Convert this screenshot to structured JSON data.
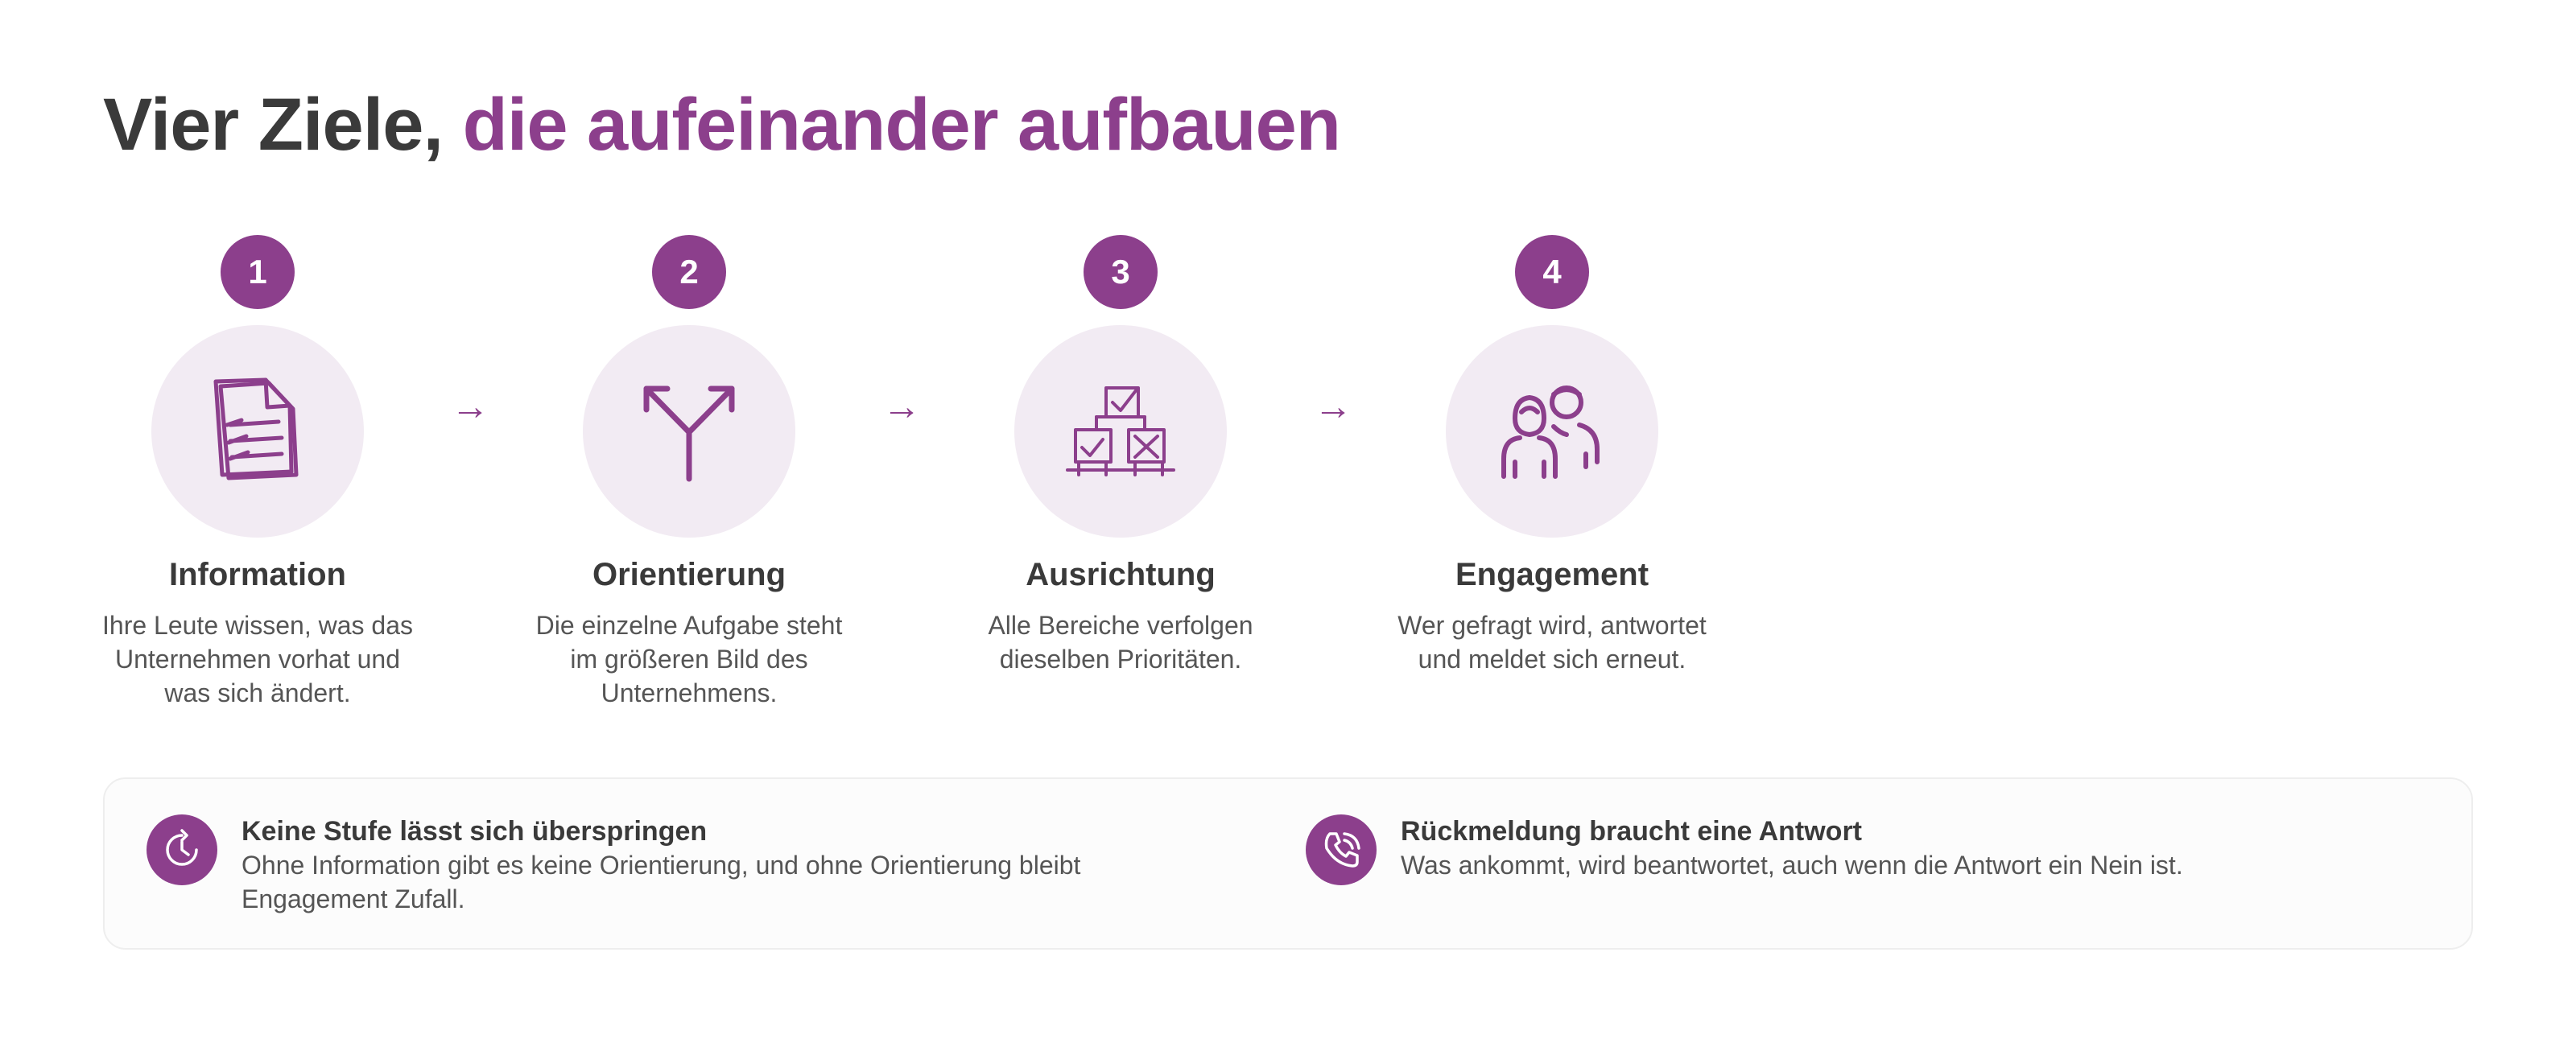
{
  "heading": {
    "part1": "Vier Ziele, ",
    "part2": "die aufeinander aufbauen"
  },
  "colors": {
    "accent": "#8c3f8c",
    "accent_light": "#f2ebf3",
    "text_dark": "#3a3a3a",
    "text_muted": "#555555"
  },
  "steps": [
    {
      "number": "1",
      "icon": "document-icon",
      "title": "Information",
      "description": "Ihre Leute wissen, was das Unternehmen vorhat und was sich ändert."
    },
    {
      "number": "2",
      "icon": "fork-arrows-icon",
      "title": "Orientierung",
      "description": "Die einzelne Aufgabe steht im größeren Bild des Unternehmens."
    },
    {
      "number": "3",
      "icon": "checkbox-stack-icon",
      "title": "Ausrichtung",
      "description": "Alle Bereiche verfolgen dieselben Prioritäten."
    },
    {
      "number": "4",
      "icon": "people-icon",
      "title": "Engagement",
      "description": "Wer gefragt wird, antwortet und meldet sich erneut."
    }
  ],
  "arrow_symbol": "→",
  "notes": [
    {
      "icon": "clock-refresh-icon",
      "title": "Keine Stufe lässt sich überspringen",
      "body": "Ohne Information gibt es keine Orientierung, und ohne Orientierung bleibt Engagement Zufall."
    },
    {
      "icon": "phone-call-icon",
      "title": "Rückmeldung braucht eine Antwort",
      "body": "Was ankommt, wird beantwortet, auch wenn die Antwort ein Nein ist."
    }
  ]
}
